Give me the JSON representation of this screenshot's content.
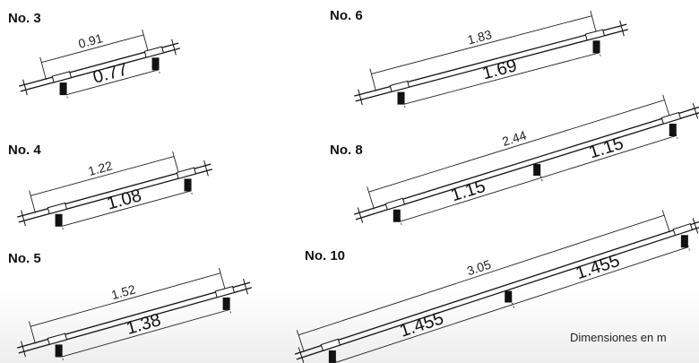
{
  "items": [
    {
      "label": "No. 3",
      "length": "0.91",
      "spans": [
        "0.77"
      ]
    },
    {
      "label": "No. 6",
      "length": "1.83",
      "spans": [
        "1.69"
      ]
    },
    {
      "label": "No. 4",
      "length": "1.22",
      "spans": [
        "1.08"
      ]
    },
    {
      "label": "No. 8",
      "length": "2.44",
      "spans": [
        "1.15",
        "1.15"
      ]
    },
    {
      "label": "No. 5",
      "length": "1.52",
      "spans": [
        "1.38"
      ]
    },
    {
      "label": "No. 10",
      "length": "3.05",
      "spans": [
        "1.455",
        "1.455"
      ]
    }
  ],
  "note": "Dimensiones en m"
}
